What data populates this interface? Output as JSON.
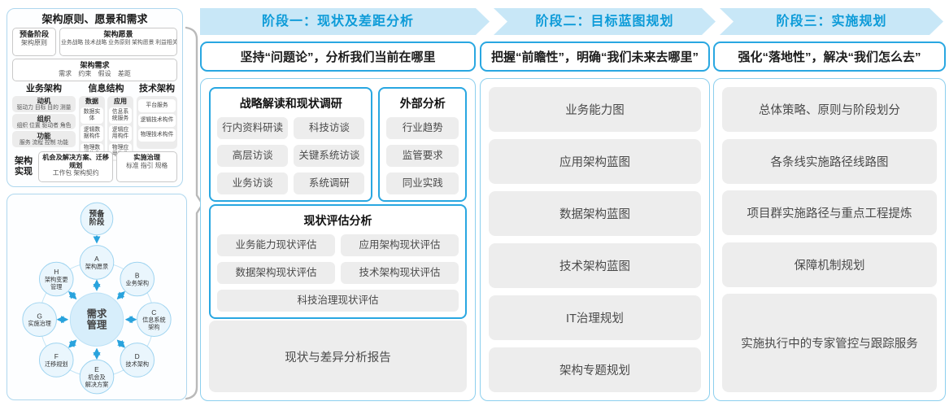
{
  "colors": {
    "banner_bg": "#c8e7f7",
    "banner_text": "#0d9bd8",
    "accent_blue": "#29a7e1",
    "column_border": "#8ccfee",
    "pill_gray": "#ededed",
    "brace_gray": "#b9b9b9",
    "arrow_blue": "#29a3dd",
    "circle_fill": "#eaf6fd",
    "circle_stroke": "#9fd4f0",
    "center_fill": "#d7eefb"
  },
  "framework": {
    "title": "架构原则、愿景和需求",
    "prep": {
      "title": "预备阶段",
      "sub": "架构原则"
    },
    "vision": {
      "title": "架构愿景",
      "sub": "业务战略 技术战略 业务原则 架构愿景 利益相关者"
    },
    "requirements": {
      "title": "架构需求",
      "sub": "需求 约束 假设 差距"
    },
    "business": {
      "title": "业务架构",
      "groups": [
        {
          "title": "动机",
          "sub": "驱动力 目标 目的 测量"
        },
        {
          "title": "组织",
          "sub": "组织 位置 驱动者 角色"
        },
        {
          "title": "功能",
          "sub": "服务 流程 控制 功能"
        }
      ]
    },
    "information": {
      "title": "信息结构",
      "data": {
        "title": "数据",
        "items": [
          "数据实体",
          "逻辑数据构件",
          "物理数据构件"
        ]
      },
      "app": {
        "title": "应用",
        "items": [
          "信息系统服务",
          "逻辑应用构件",
          "物理应用构件"
        ]
      }
    },
    "technology": {
      "title": "技术架构",
      "items": [
        "平台服务",
        "逻辑技术构件",
        "物理技术构件"
      ]
    },
    "realization": {
      "label": "架构实现",
      "opportunities": {
        "title": "机会及解决方案、迁移规划",
        "sub": "工作包 架构契约"
      },
      "governance": {
        "title": "实施治理",
        "sub": "标准 指引 规格"
      }
    }
  },
  "adm": {
    "prep_lines": [
      "预备",
      "阶段"
    ],
    "center_lines": [
      "需求",
      "管理"
    ],
    "nodes": [
      {
        "letter": "A",
        "lines": [
          "架构愿景"
        ]
      },
      {
        "letter": "B",
        "lines": [
          "业务架构"
        ]
      },
      {
        "letter": "C",
        "lines": [
          "信息系统",
          "架构"
        ]
      },
      {
        "letter": "D",
        "lines": [
          "技术架构"
        ]
      },
      {
        "letter": "E",
        "lines": [
          "机会及",
          "解决方案"
        ]
      },
      {
        "letter": "F",
        "lines": [
          "迁移规划"
        ]
      },
      {
        "letter": "G",
        "lines": [
          "实施治理"
        ]
      },
      {
        "letter": "H",
        "lines": [
          "架构变更",
          "管理"
        ]
      }
    ]
  },
  "phases": [
    {
      "banner": "阶段一：现状及差距分析",
      "subtitle": "坚持“问题论”，分析我们当前在哪里",
      "research": {
        "title": "战略解读和现状调研",
        "items": [
          "行内资料研读",
          "科技访谈",
          "高层访谈",
          "关键系统访谈",
          "业务访谈",
          "系统调研"
        ]
      },
      "external": {
        "title": "外部分析",
        "items": [
          "行业趋势",
          "监管要求",
          "同业实践"
        ]
      },
      "assessment": {
        "title": "现状评估分析",
        "items": [
          "业务能力现状评估",
          "应用架构现状评估",
          "数据架构现状评估",
          "技术架构现状评估"
        ],
        "full_item": "科技治理现状评估"
      },
      "report": "现状与差异分析报告"
    },
    {
      "banner": "阶段二：目标蓝图规划",
      "subtitle": "把握“前瞻性”，明确“我们未来去哪里”",
      "items": [
        "业务能力图",
        "应用架构蓝图",
        "数据架构蓝图",
        "技术架构蓝图",
        "IT治理规划",
        "架构专题规划"
      ]
    },
    {
      "banner": "阶段三：实施规划",
      "subtitle": "强化“落地性”，解决“我们怎么去”",
      "items": [
        "总体策略、原则与阶段划分",
        "各条线实施路径线路图",
        "项目群实施路径与重点工程提炼",
        "保障机制规划",
        "实施执行中的专家管控与跟踪服务"
      ]
    }
  ]
}
